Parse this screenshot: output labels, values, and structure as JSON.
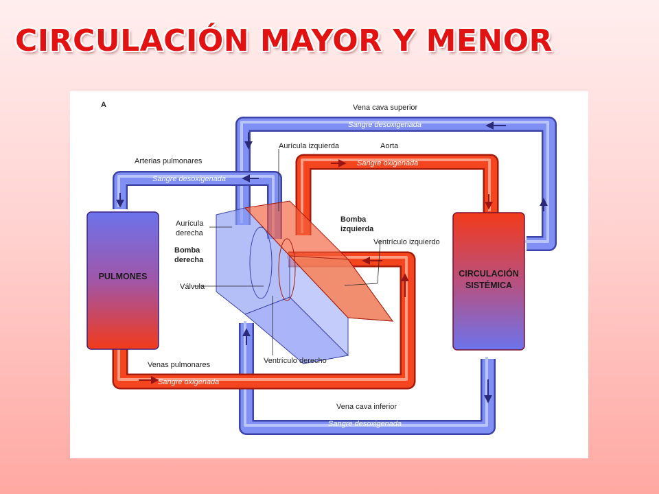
{
  "title": "CIRCULACIÓN MAYOR Y MENOR",
  "diagram": {
    "panel_letter": "A",
    "organs": {
      "lungs": "PULMONES",
      "systemic_line1": "CIRCULACIÓN",
      "systemic_line2": "SISTÉMICA"
    },
    "vessels": {
      "vena_cava_superior": "Vena cava superior",
      "vena_cava_inferior": "Vena cava inferior",
      "arterias_pulmonares": "Arterias pulmonares",
      "venas_pulmonares": "Venas pulmonares",
      "aorta": "Aorta"
    },
    "blood": {
      "deoxygenated": "Sangre desoxigenada",
      "oxygenated": "Sangre oxigenada"
    },
    "heart": {
      "auricula_izquierda": "Aurícula izquierda",
      "auricula_derecha_line1": "Aurícula",
      "auricula_derecha_line2": "derecha",
      "bomba_derecha_line1": "Bomba",
      "bomba_derecha_line2": "derecha",
      "bomba_izquierda_line1": "Bomba",
      "bomba_izquierda_line2": "izquierda",
      "ventriculo_izquierdo": "Ventrículo izquierdo",
      "ventriculo_derecho": "Ventrículo derecho",
      "valvula": "Válvula"
    },
    "colors": {
      "title": "#e31212",
      "blue_vessel": "#6f7ff0",
      "red_vessel": "#f23a1a",
      "arrow": "#2a2a7a"
    }
  }
}
